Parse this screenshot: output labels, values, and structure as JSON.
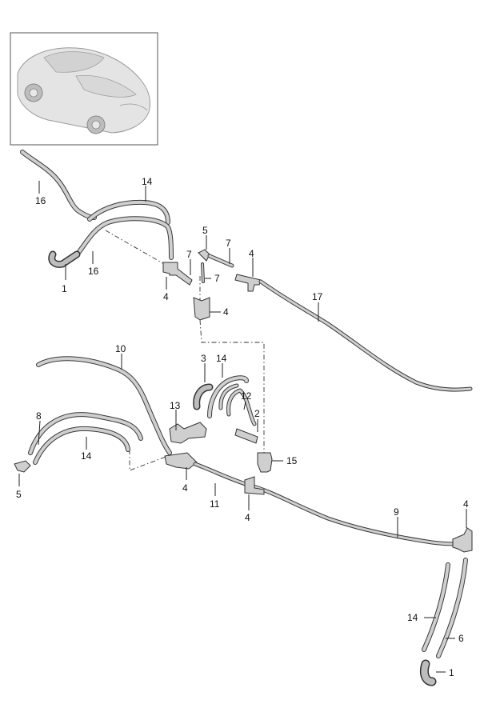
{
  "callouts": {
    "c1_top": "1",
    "c1_bottom": "1",
    "c2": "2",
    "c3": "3",
    "c4_a": "4",
    "c4_b": "4",
    "c4_c": "4",
    "c4_d": "4",
    "c4_e": "4",
    "c4_f": "4",
    "c5_top": "5",
    "c5_bottom": "5",
    "c6": "6",
    "c7_a": "7",
    "c7_b": "7",
    "c7_c": "7",
    "c8": "8",
    "c9": "9",
    "c10": "10",
    "c11": "11",
    "c12": "12",
    "c13": "13",
    "c14_a": "14",
    "c14_b": "14",
    "c14_c": "14",
    "c14_d": "14",
    "c15": "15",
    "c16_a": "16",
    "c16_b": "16",
    "c17": "17"
  },
  "colors": {
    "hose": "#3a3a3a",
    "hose_body": "#cfcfcf",
    "car_body": "#e4e4e4",
    "frame": "#555555"
  }
}
